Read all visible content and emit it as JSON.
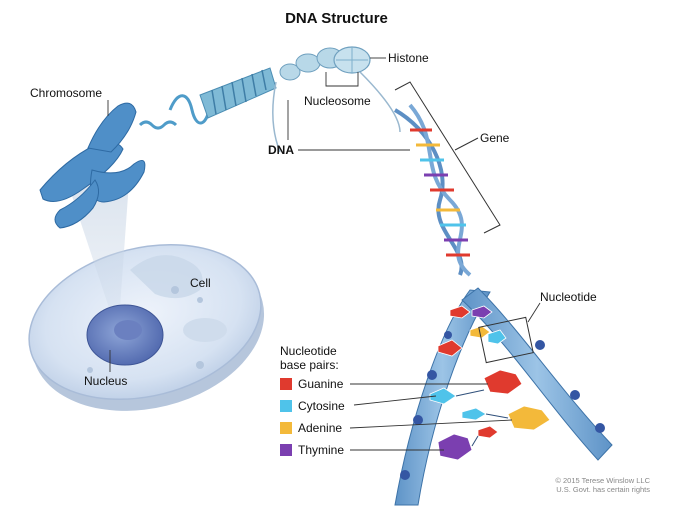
{
  "title": "DNA Structure",
  "labels": {
    "chromosome": "Chromosome",
    "histone": "Histone",
    "nucleosome": "Nucleosome",
    "dna": "DNA",
    "gene": "Gene",
    "cell": "Cell",
    "nucleus": "Nucleus",
    "nucleotide": "Nucleotide"
  },
  "legend": {
    "title_line1": "Nucleotide",
    "title_line2": "base pairs:",
    "items": [
      {
        "label": "Guanine",
        "color": "#e03a2e"
      },
      {
        "label": "Cytosine",
        "color": "#4fc3ea"
      },
      {
        "label": "Adenine",
        "color": "#f3b93a"
      },
      {
        "label": "Thymine",
        "color": "#7b3fb0"
      }
    ]
  },
  "copyright": {
    "line1": "© 2015 Terese Winslow LLC",
    "line2": "U.S. Govt. has certain rights"
  }
}
